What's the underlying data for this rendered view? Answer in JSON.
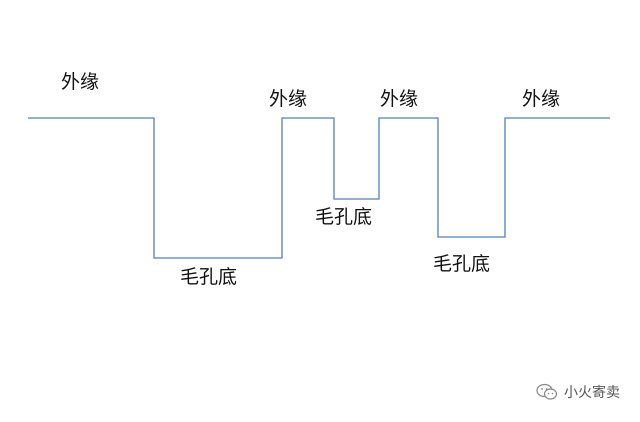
{
  "diagram": {
    "line_color": "#4f81bd",
    "labels": {
      "rim_1": "外缘",
      "rim_2": "外缘",
      "rim_3": "外缘",
      "rim_4": "外缘",
      "bottom_1": "毛孔底",
      "bottom_2": "毛孔底",
      "bottom_3": "毛孔底"
    }
  },
  "watermark": {
    "text": "小火寄卖",
    "icon": "wechat-icon"
  }
}
